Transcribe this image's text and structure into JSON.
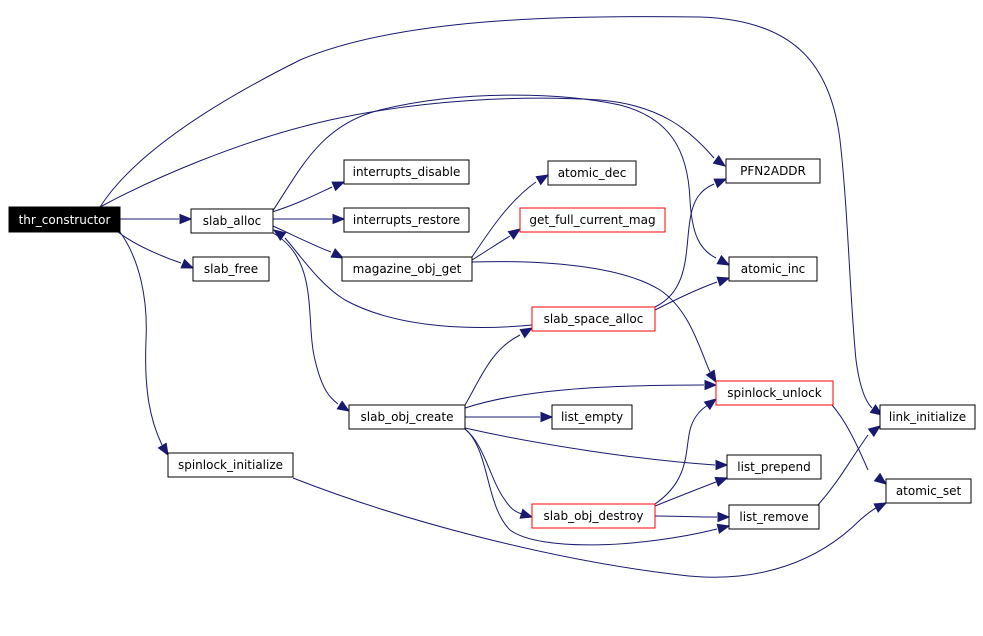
{
  "colors": {
    "edge": "#191970",
    "border_normal": "#000000",
    "border_red": "#ff0000",
    "root_fill": "#000000",
    "root_text": "#ffffff"
  },
  "nodes": {
    "thr_constructor": "thr_constructor",
    "slab_alloc": "slab_alloc",
    "slab_free": "slab_free",
    "spinlock_initialize": "spinlock_initialize",
    "interrupts_disable": "interrupts_disable",
    "interrupts_restore": "interrupts_restore",
    "magazine_obj_get": "magazine_obj_get",
    "slab_obj_create": "slab_obj_create",
    "atomic_dec": "atomic_dec",
    "get_full_current_mag": "get_full_current_mag",
    "slab_space_alloc": "slab_space_alloc",
    "list_empty": "list_empty",
    "slab_obj_destroy": "slab_obj_destroy",
    "PFN2ADDR": "PFN2ADDR",
    "atomic_inc": "atomic_inc",
    "spinlock_unlock": "spinlock_unlock",
    "list_prepend": "list_prepend",
    "list_remove": "list_remove",
    "link_initialize": "link_initialize",
    "atomic_set": "atomic_set"
  }
}
